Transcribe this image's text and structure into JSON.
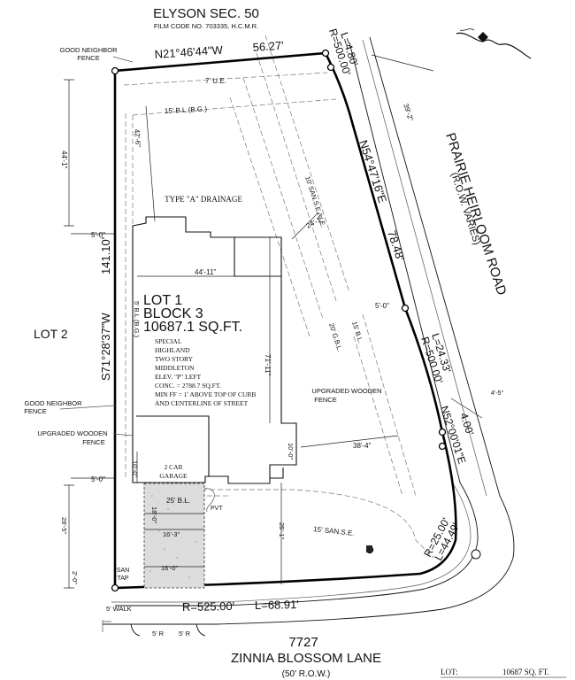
{
  "header": {
    "subdivision": "ELYSON SEC. 50",
    "film_code": "FILM CODE NO. 703335, H.C.M.R."
  },
  "lot": {
    "lot": "LOT 1",
    "block": "BLOCK 3",
    "area": "10687.1 SQ.FT."
  },
  "house": {
    "notes": [
      "SPECIAL",
      "HIGHLAND",
      "TWO STORY",
      "MIDDLETON",
      "ELEV. \"P\" LEFT",
      "CONC. = 2788.7 SQ.FT.",
      "MIN FF = 1' ABOVE TOP OF CURB",
      "AND CENTERLINE OF STREET"
    ],
    "garage": [
      "2 CAR",
      "GARAGE"
    ],
    "drainage": "TYPE \"A\" DRAINAGE",
    "pvt": "PVT"
  },
  "bearings": {
    "north": "N21°46'44\"W",
    "north_dist": "56.27'",
    "west": "S71°28'37\"W",
    "west_dist": "141.10'",
    "east": "N54°47'16\"E",
    "east_dist": "78.48'",
    "east2": "N52°00'01\"E",
    "east2_dist": "4.00'"
  },
  "curves": {
    "c1_l": "L=4.80'",
    "c1_r": "R=500.00'",
    "c2_l": "L=24.33'",
    "c2_r": "R=500.00'",
    "c3_r": "R=25.00'",
    "c3_l": "L=44.49'",
    "c4_r": "R=525.00'",
    "c4_l": "L=68.91'"
  },
  "easements": {
    "ue": "7' U.E.",
    "bl_bg": "15' B.L.(B.G.)",
    "san_se_ue": "10' SAN.S.E./U.E.",
    "bl15": "15' B.L.",
    "gbl20": "20' G.B.L.",
    "bl5": "5' B.L.(B.G.)",
    "bl25": "25' B.L.",
    "san_se15": "15' SAN.S.E."
  },
  "dims": {
    "d44_1": "44'-1\"",
    "d42_6": "42'-6\"",
    "d39_2": "39'-2\"",
    "d24_1": "24'-1\"",
    "d44_11": "44'-11\"",
    "d71_11": "71'-11\"",
    "d5_0a": "5'-0\"",
    "d5_0b": "5'-0\"",
    "d5_0c": "5'-0\"",
    "d4_5": "4'-5\"",
    "d38_4": "38'-4\"",
    "d10_0a": "10'-0\"",
    "d10_0b": "10'-0\"",
    "d18_0": "18'-0\"",
    "d16_3": "16'-3\"",
    "d16_0": "16'-0\"",
    "d25_1": "25'-1\"",
    "d28_5": "28'-5\"",
    "d2_0": "2'-0\""
  },
  "labels": {
    "lot2": "LOT 2",
    "good_fence_top": [
      "GOOD NEIGHBOR",
      "FENCE"
    ],
    "good_fence_mid": [
      "GOOD NEIGHBOR",
      "FENCE"
    ],
    "upgraded_left": [
      "UPGRADED WOODEN",
      "FENCE"
    ],
    "upgraded_right": [
      "UPGRADED WOODEN",
      "FENCE"
    ],
    "san_tap": [
      "SAN",
      "TAP"
    ],
    "walk": "5' WALK",
    "r5a": "5' R",
    "r5b": "5' R"
  },
  "streets": {
    "road_name": "PRAIRIE HEIRLOOM ROAD",
    "road_row": "(R.O.W. VARIES)",
    "address_no": "7727",
    "lane_name": "ZINNIA BLOSSOM LANE",
    "lane_row": "(50' R.O.W.)"
  },
  "footer": {
    "lot_label": "LOT:",
    "lot_area": "10687  SQ. FT."
  }
}
